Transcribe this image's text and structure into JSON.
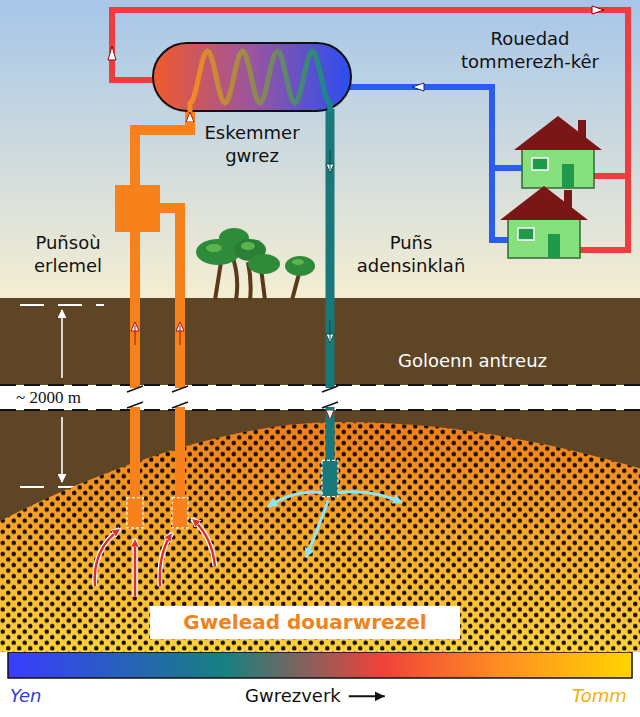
{
  "diagram": {
    "nodes": [
      {
        "text": [
          "Eskemmer gwrez"
        ]
      },
      {
        "text": [
          "Gwelead douarwrezel"
        ]
      }
    ],
    "edges": [
      {
        "from": 1,
        "to": 0,
        "arrow": "to"
      },
      {
        "from": 0,
        "to": 1,
        "arrow": "to"
      }
    ],
    "labels": [
      "Rouedad tommerezh-kêr",
      "Puñsoù erlemel",
      "Puñs adensinklañ",
      "Goloenn antreuz",
      "~ 2000 m",
      "Yen",
      "Gwrezverk",
      "Tomm"
    ]
  }
}
